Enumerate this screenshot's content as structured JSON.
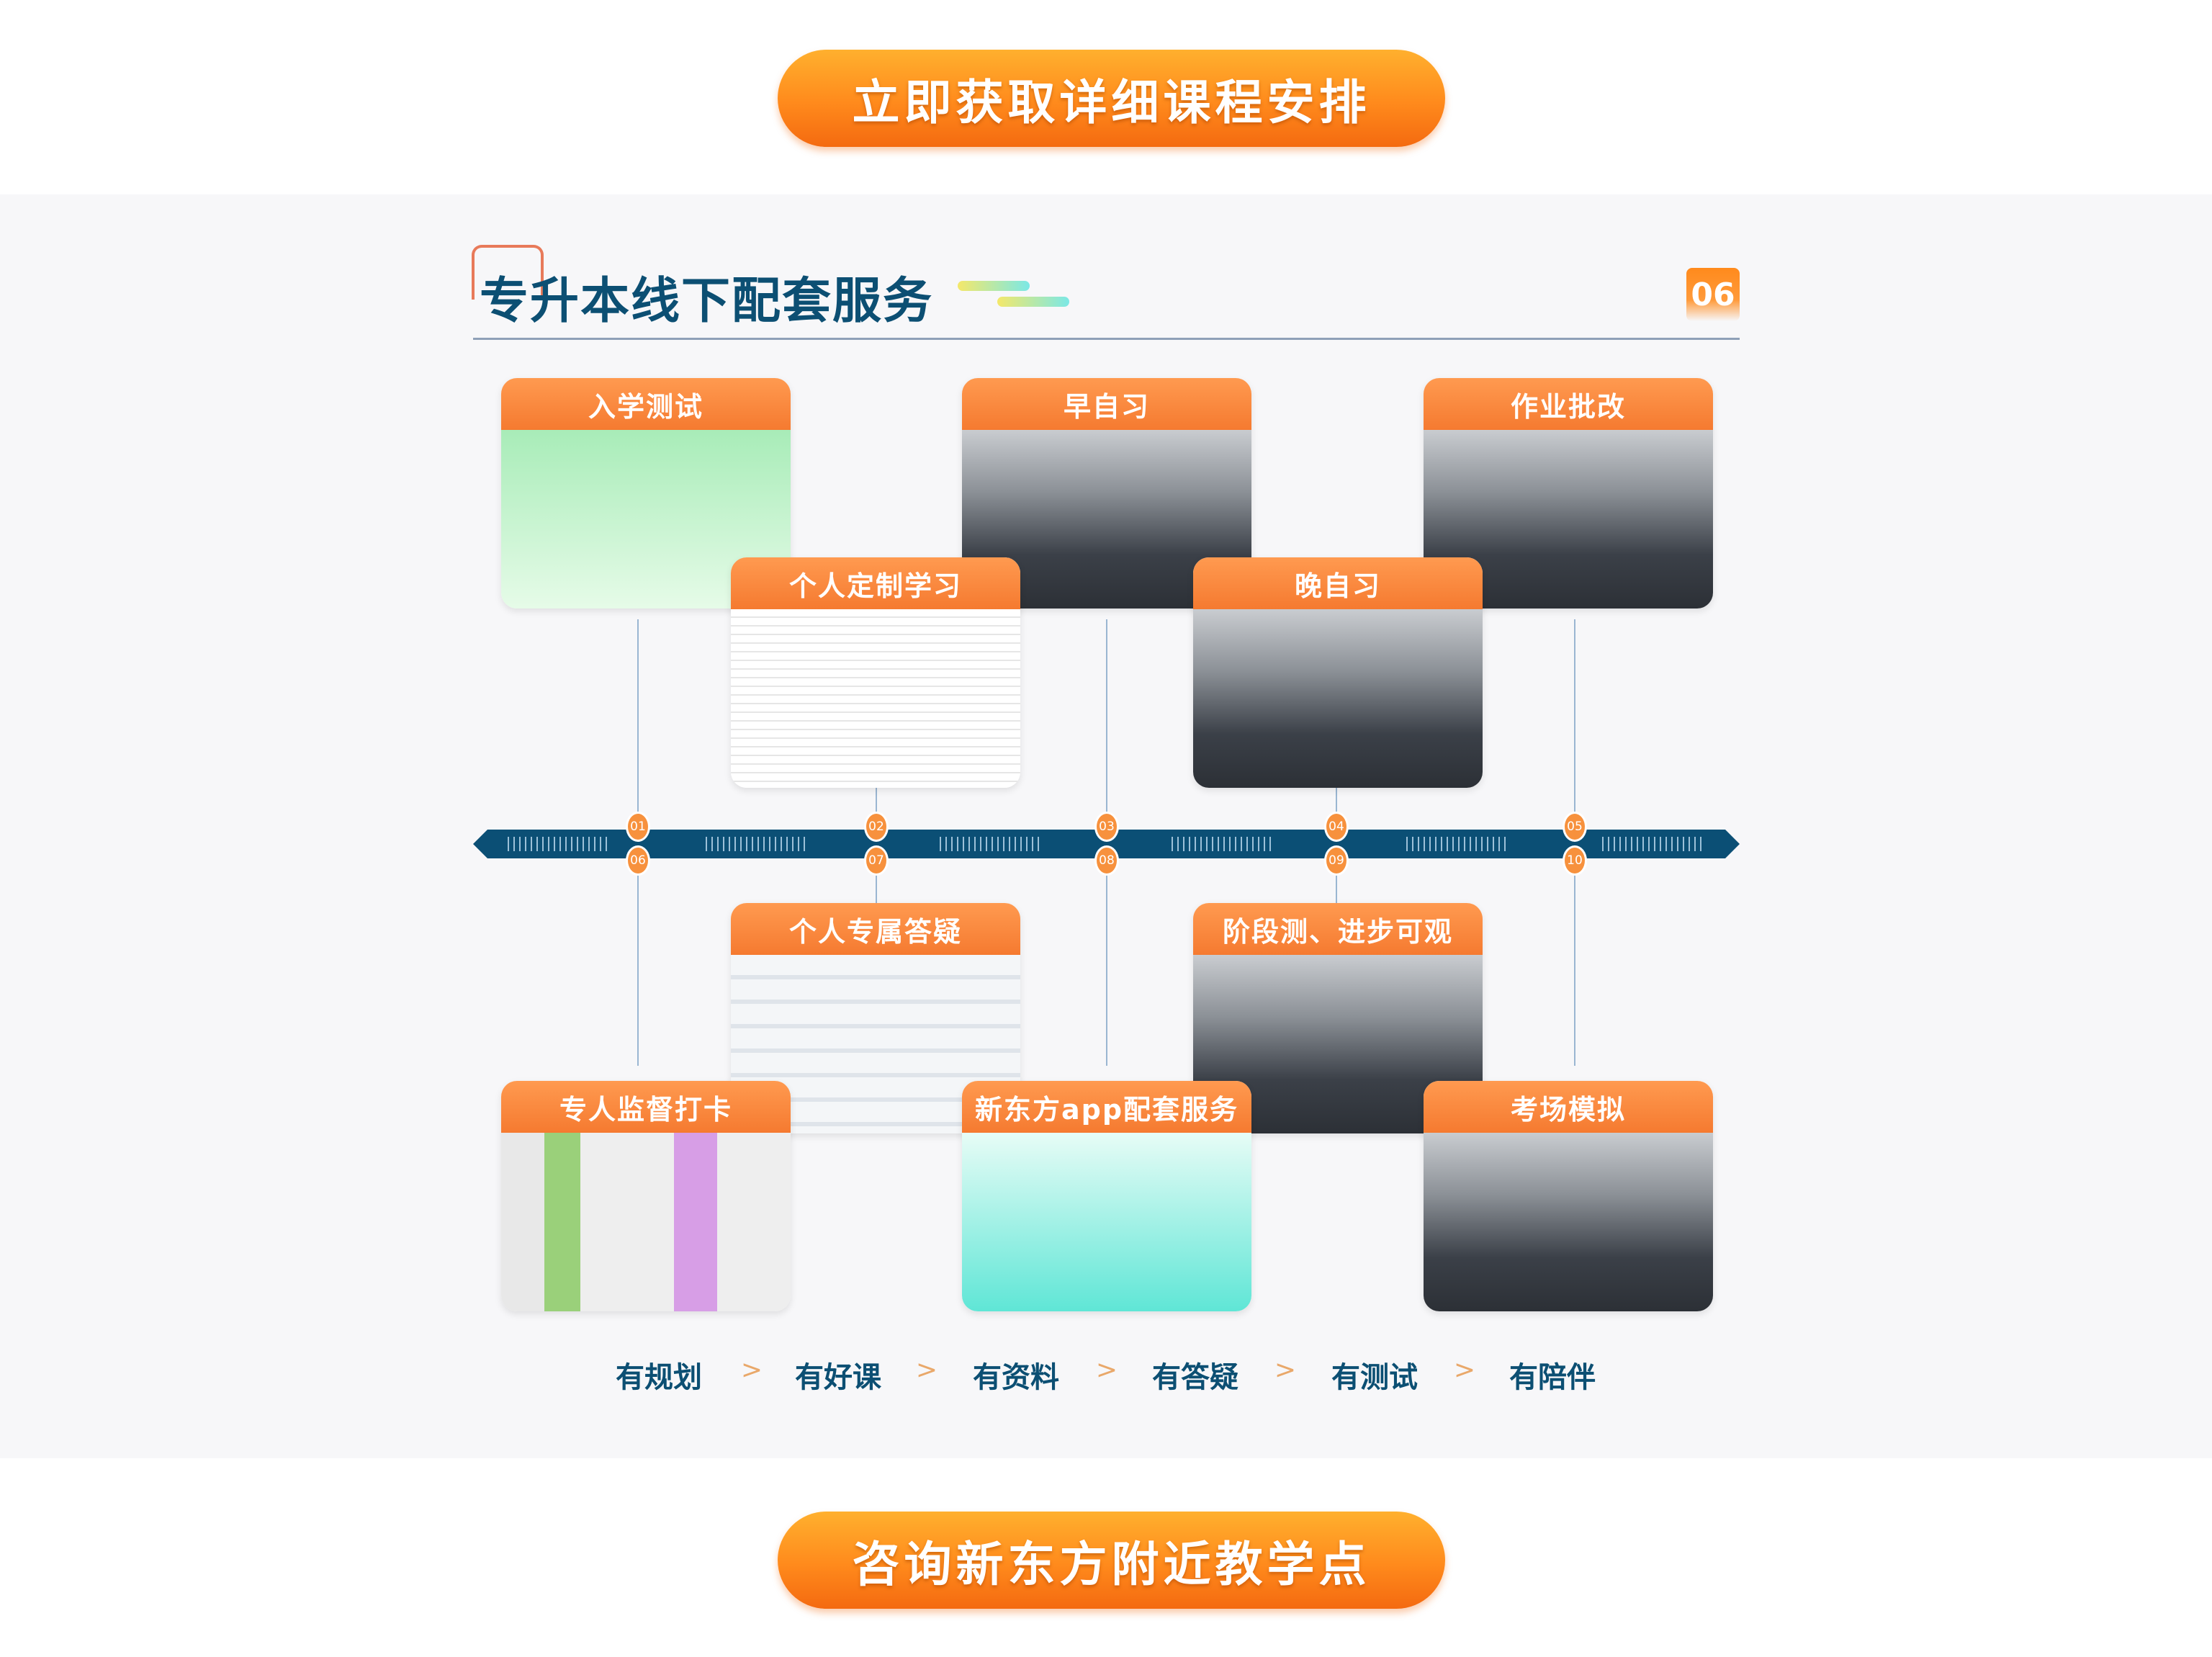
{
  "top_button": "立即获取详细课程安排",
  "section": {
    "title": "专升本线下配套服务",
    "badge": "06"
  },
  "cards": [
    {
      "label": "入学测试"
    },
    {
      "label": "早自习"
    },
    {
      "label": "作业批改"
    },
    {
      "label": "个人定制学习"
    },
    {
      "label": "晚自习"
    },
    {
      "label": "个人专属答疑"
    },
    {
      "label": "阶段测、进步可观"
    },
    {
      "label": "专人监督打卡"
    },
    {
      "label": "新东方app配套服务"
    },
    {
      "label": "考场模拟"
    }
  ],
  "nodes": [
    "01",
    "02",
    "03",
    "04",
    "05",
    "06",
    "07",
    "08",
    "09",
    "10"
  ],
  "features": [
    "有规划",
    "有好课",
    "有资料",
    "有答疑",
    "有测试",
    "有陪伴"
  ],
  "arrow": ">",
  "bottom_button": "咨询新东方附近教学点",
  "colors": {
    "accent": "#ff8a1c",
    "navy": "#0c4f73",
    "timeline": "#0b4f75"
  }
}
